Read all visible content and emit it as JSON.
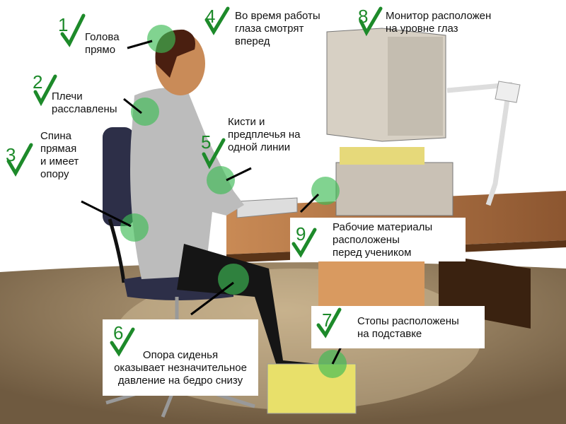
{
  "colors": {
    "check": "#1d8a2a",
    "highlight": "#3dbb55",
    "floor": "#8a7052",
    "desk": "#a0643a"
  },
  "annotations": [
    {
      "number": "1",
      "text_lines": [
        "Голова",
        "прямо"
      ]
    },
    {
      "number": "2",
      "text_lines": [
        "Плечи",
        "расславлены"
      ]
    },
    {
      "number": "3",
      "text_lines": [
        "Спина",
        "прямая",
        "и имеет",
        "опору"
      ]
    },
    {
      "number": "4",
      "text_lines": [
        "Во время работы",
        "глаза смотрят",
        "вперед"
      ]
    },
    {
      "number": "5",
      "text_lines": [
        "Кисти и",
        "предплечья на",
        "одной линии"
      ]
    },
    {
      "number": "6",
      "text_lines": [
        "Опора сиденья",
        "оказывает незначительное",
        "давление на бедро снизу"
      ]
    },
    {
      "number": "7",
      "text_lines": [
        "Стопы расположены",
        "на подставке"
      ]
    },
    {
      "number": "8",
      "text_lines": [
        "Монитор расположен",
        "на уровне глаз"
      ]
    },
    {
      "number": "9",
      "text_lines": [
        "Рабочие материалы",
        "расположены",
        "перед учеником"
      ]
    }
  ]
}
